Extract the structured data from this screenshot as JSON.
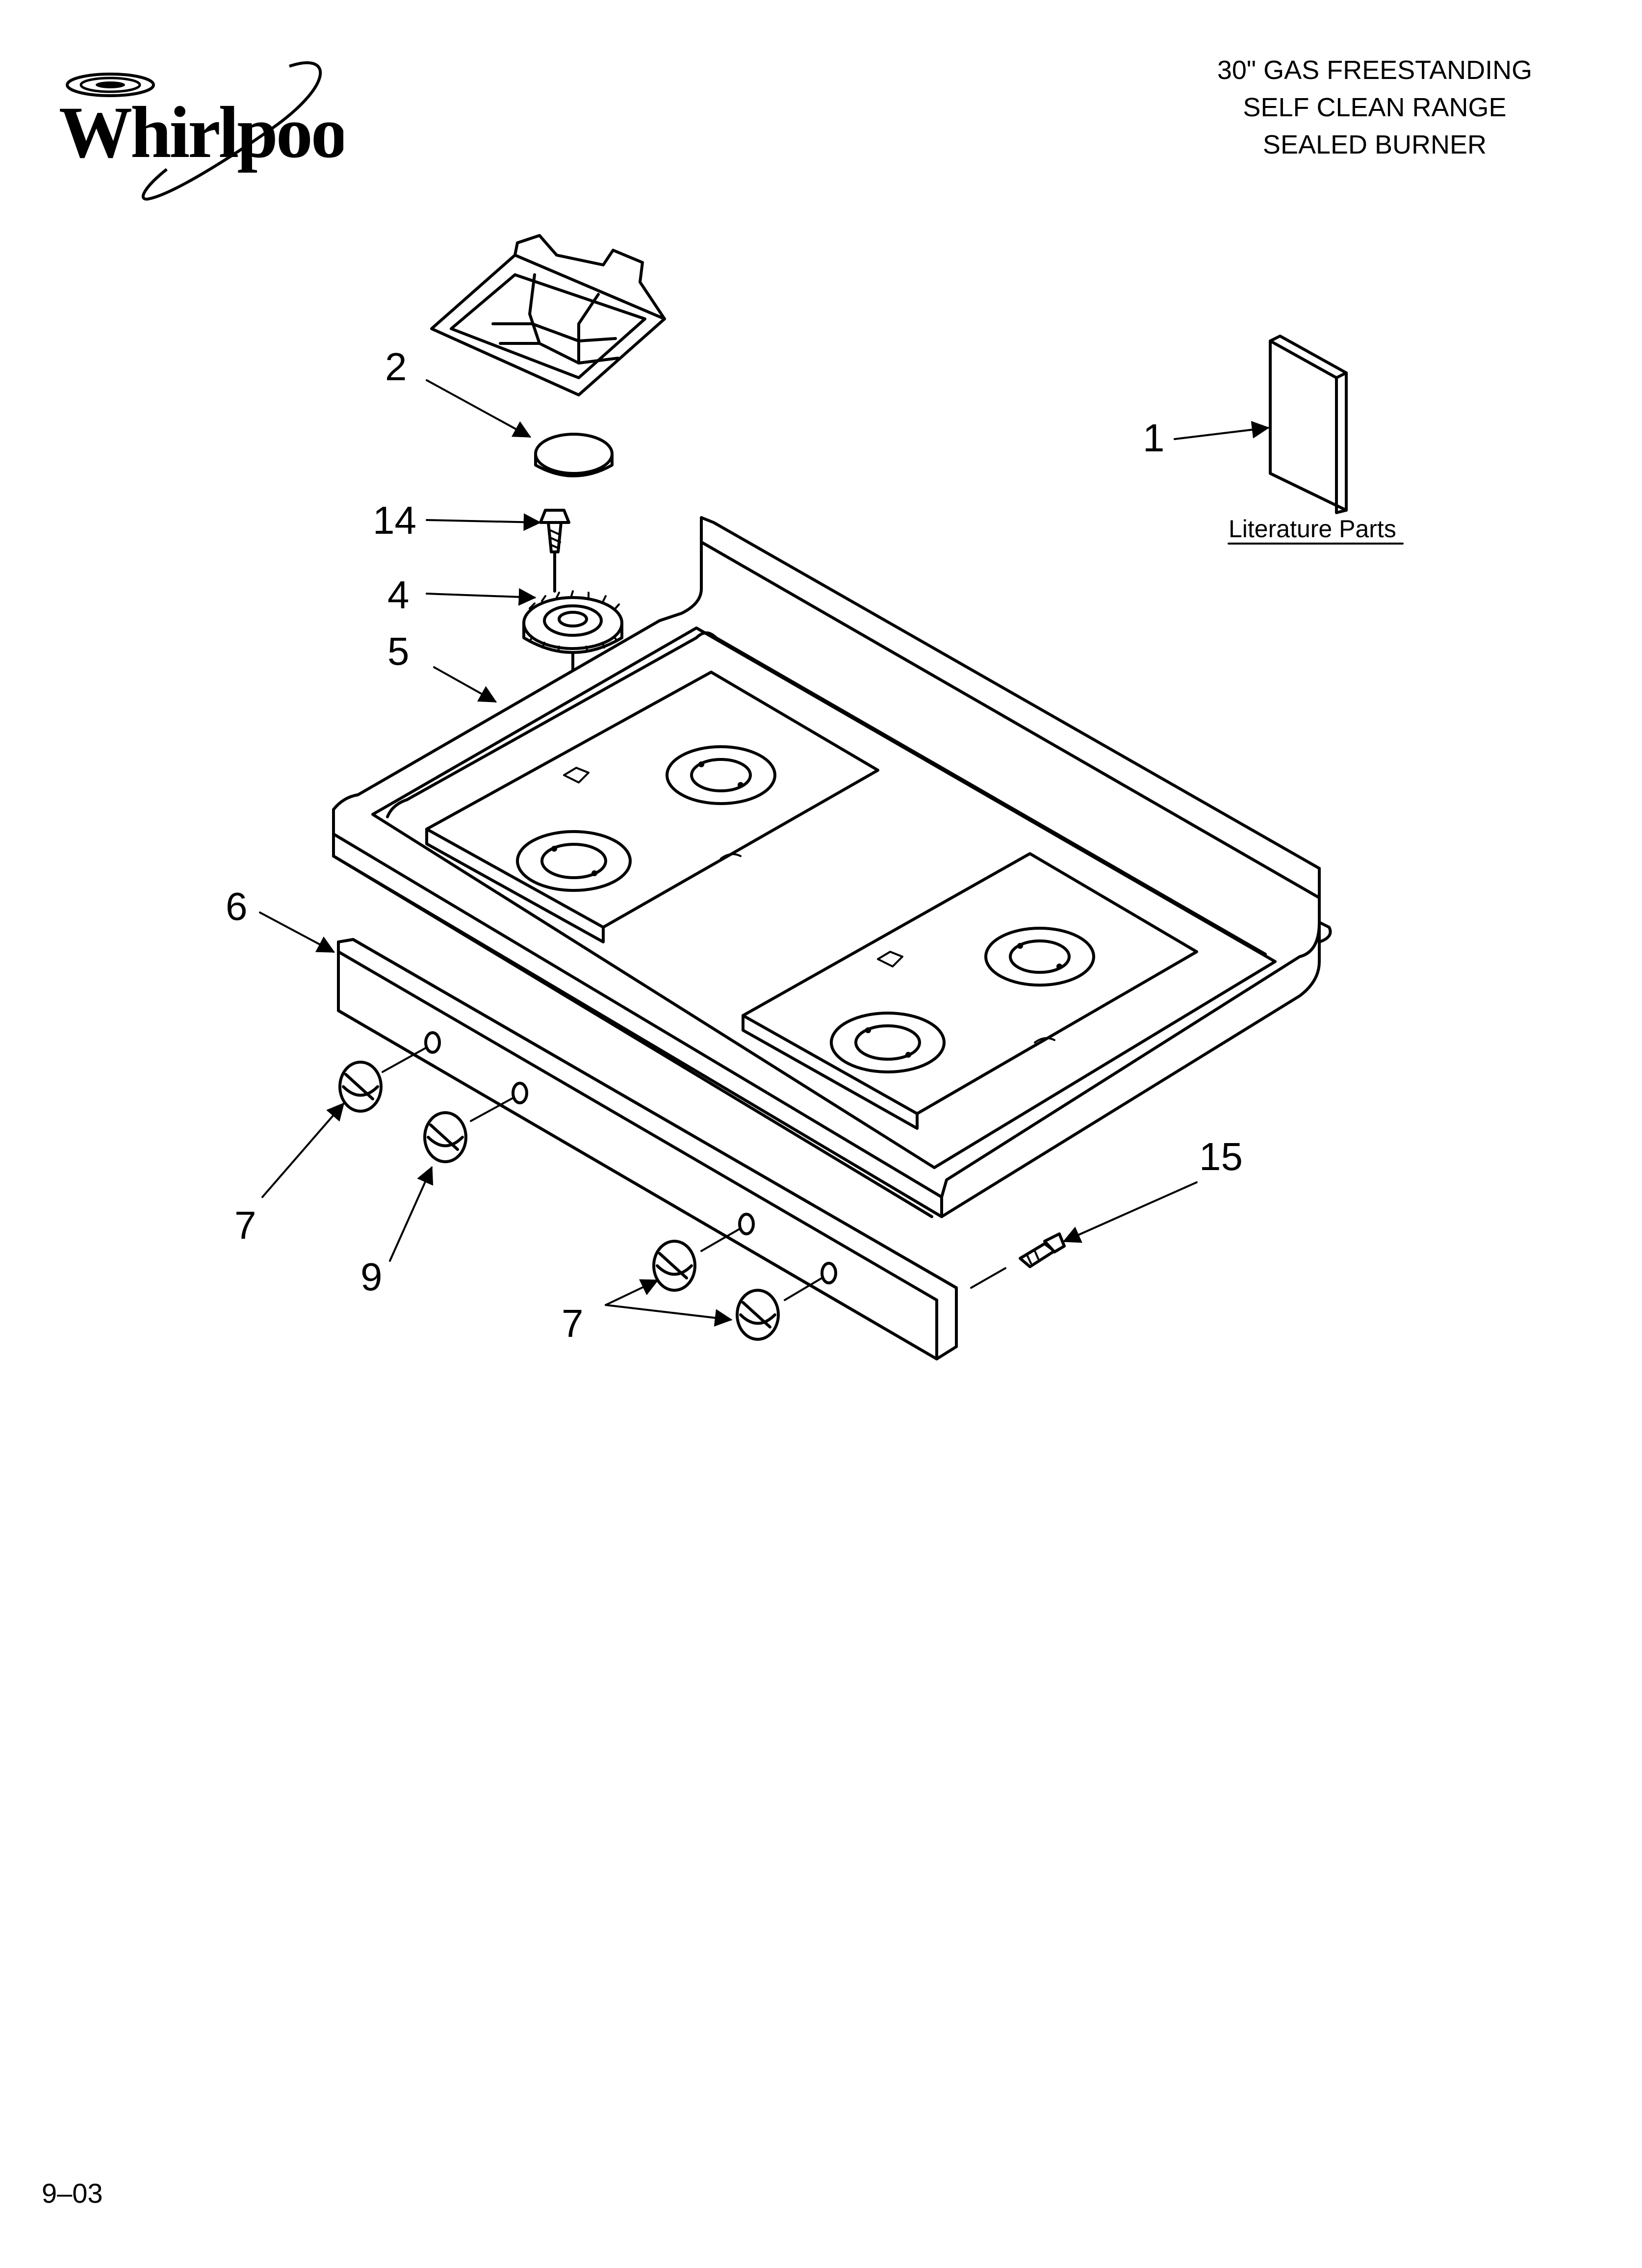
{
  "brand": {
    "name": "Whirlpool"
  },
  "title": {
    "lines": [
      "30\" GAS FREESTANDING",
      "SELF CLEAN RANGE",
      "SEALED BURNER"
    ]
  },
  "literature": {
    "label": "Literature Parts"
  },
  "callouts": {
    "c1": "1",
    "c2": "2",
    "c14": "14",
    "c4": "4",
    "c5": "5",
    "c6": "6",
    "c7a": "7",
    "c9": "9",
    "c7b": "7",
    "c15": "15"
  },
  "footer": {
    "date_code": "9–03"
  }
}
